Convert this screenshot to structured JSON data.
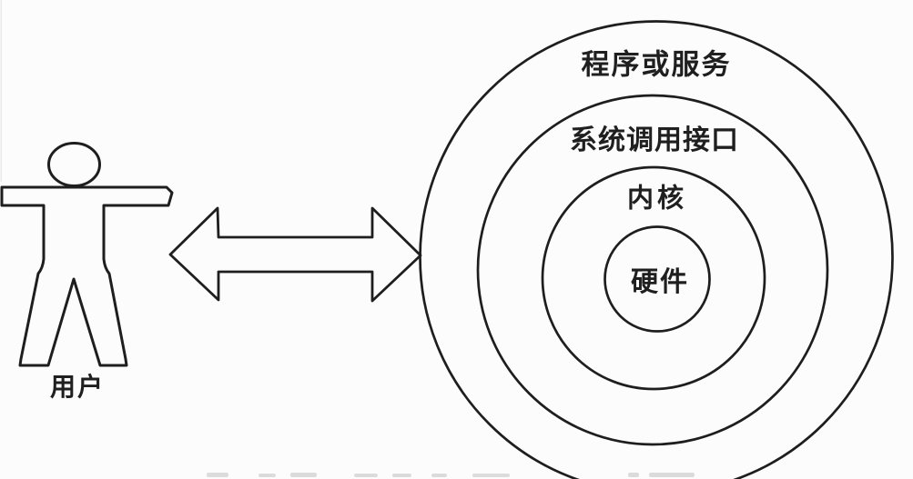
{
  "diagram": {
    "type": "os-architecture-concentric-rings",
    "user_label": "用户",
    "rings": [
      {
        "name": "programs-or-services",
        "label": "程序或服务"
      },
      {
        "name": "system-call-interface",
        "label": "系统调用接口"
      },
      {
        "name": "kernel",
        "label": "内核"
      },
      {
        "name": "hardware",
        "label": "硬件"
      }
    ],
    "connector": {
      "kind": "double-headed-arrow",
      "between": "用户 ↔ 程序或服务"
    },
    "colors": {
      "stroke": "#1e1e1e",
      "background": "#fcfcfc",
      "text": "#1f1f1f",
      "caption_ghost": "#a8a8a8"
    }
  }
}
